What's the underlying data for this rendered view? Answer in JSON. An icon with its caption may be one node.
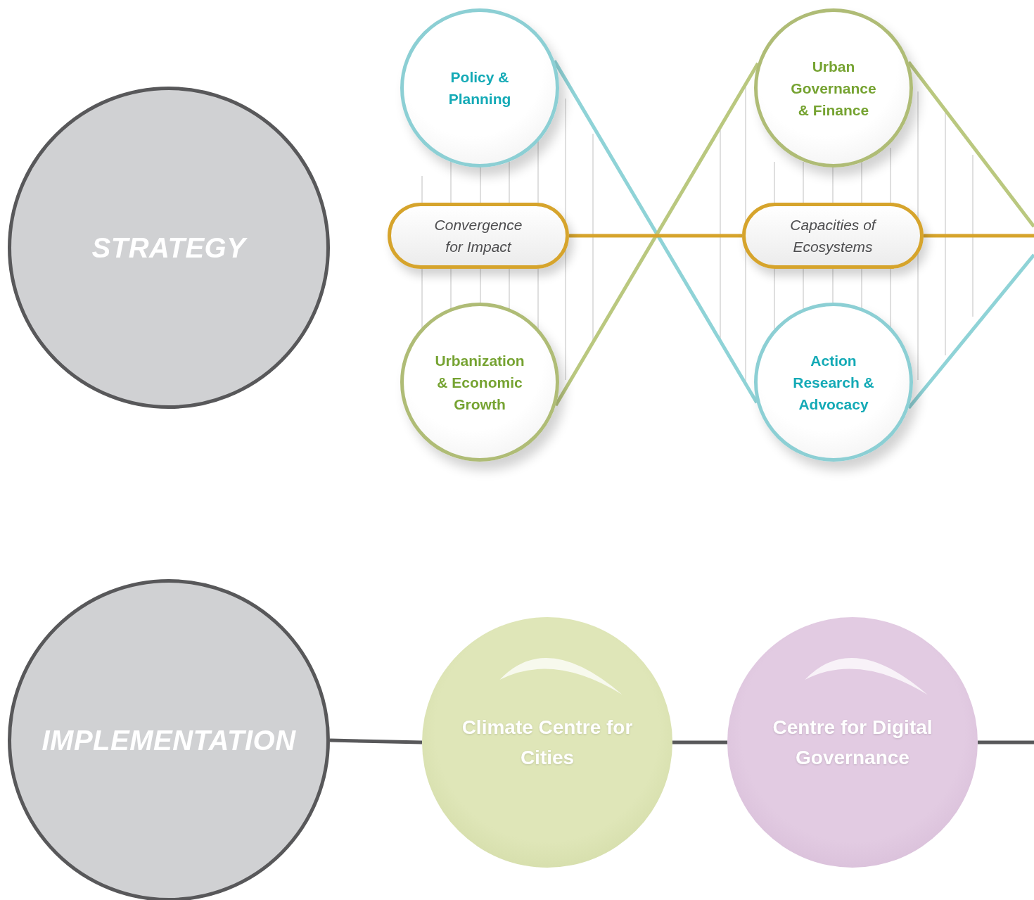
{
  "diagram": {
    "nodes": [
      {
        "text": [
          "STRATEGY"
        ]
      },
      {
        "text": [
          "Policy & Planning"
        ]
      },
      {
        "text": [
          "Convergence for Impact"
        ]
      },
      {
        "text": [
          "Urbanization & Economic Growth"
        ]
      },
      {
        "text": [
          "Urban Governance & Finance"
        ]
      },
      {
        "text": [
          "Capacities of Ecosystems"
        ]
      },
      {
        "text": [
          "Action Research & Advocacy"
        ]
      },
      {
        "text": [
          "IMPLEMENTATION"
        ]
      },
      {
        "text": [
          "Climate Centre for Cities"
        ]
      },
      {
        "text": [
          "Centre for Digital Governance"
        ]
      }
    ],
    "edges": [
      {
        "from": 1,
        "to": 6,
        "arrow": "none",
        "color": "#8fd3d7"
      },
      {
        "from": 3,
        "to": 4,
        "arrow": "none",
        "color": "#bac87f"
      },
      {
        "from": 2,
        "to": 5,
        "arrow": "none",
        "color": "#d6a42c"
      },
      {
        "from": 5,
        "to": null,
        "arrow": "none",
        "color": "#d6a42c"
      },
      {
        "from": 4,
        "to": null,
        "arrow": "none",
        "color": "#bac87f"
      },
      {
        "from": 6,
        "to": null,
        "arrow": "none",
        "color": "#8fd3d7"
      },
      {
        "from": 7,
        "to": 8,
        "arrow": "none"
      },
      {
        "from": 8,
        "to": 9,
        "arrow": "none"
      },
      {
        "from": 9,
        "to": null,
        "arrow": "none"
      }
    ]
  }
}
